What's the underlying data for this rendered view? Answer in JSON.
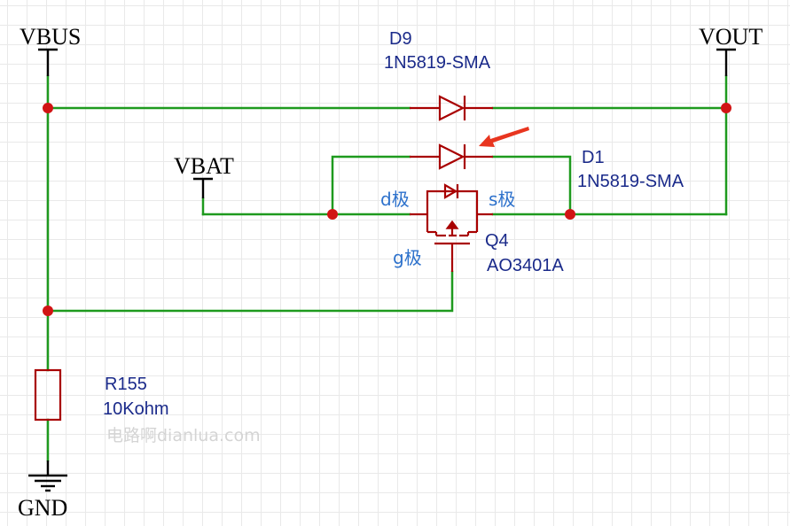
{
  "nets": {
    "vbus": "VBUS",
    "vout": "VOUT",
    "vbat": "VBAT",
    "gnd": "GND"
  },
  "components": {
    "d9": {
      "ref": "D9",
      "value": "1N5819-SMA"
    },
    "d1": {
      "ref": "D1",
      "value": "1N5819-SMA"
    },
    "q4": {
      "ref": "Q4",
      "value": "AO3401A"
    },
    "r155": {
      "ref": "R155",
      "value": "10Kohm"
    }
  },
  "pin_labels": {
    "drain": "d极",
    "source": "s极",
    "gate": "g极"
  },
  "watermark": "电路啊dianlua.com",
  "colors": {
    "wire": "#1e9a1e",
    "component": "#a80000",
    "junction": "#d11414",
    "designator": "#1a2a8a",
    "pin_label": "#2e72cc",
    "highlight_arrow": "#e8351f"
  }
}
